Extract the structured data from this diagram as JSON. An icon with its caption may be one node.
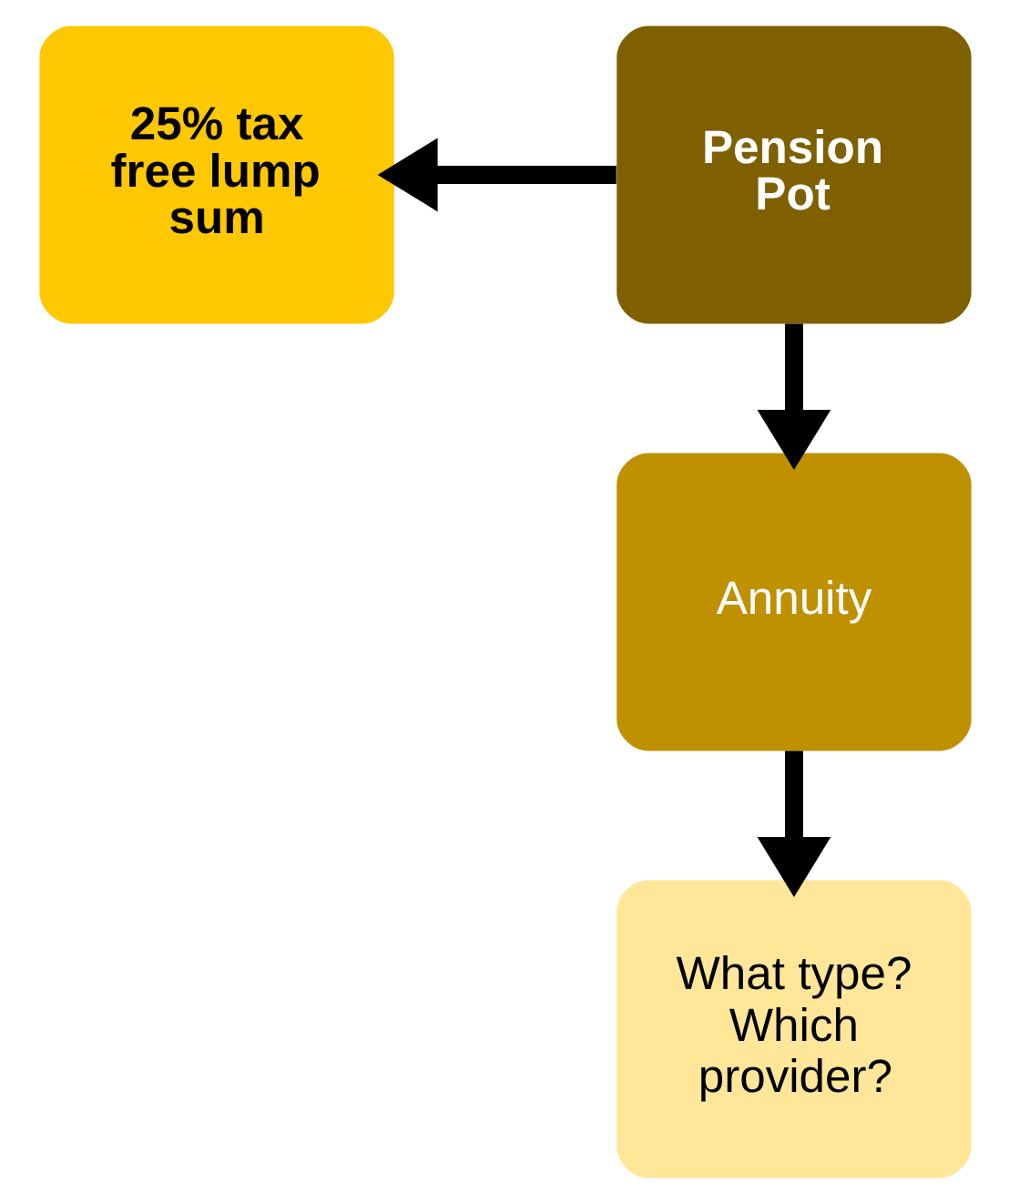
{
  "diagram": {
    "nodes": [
      {
        "text": [
          "25% tax free lump sum"
        ]
      },
      {
        "text": [
          "Pension Pot"
        ]
      },
      {
        "text": [
          "Annuity"
        ]
      },
      {
        "text": [
          "What type? Which provider?"
        ]
      }
    ],
    "edges": [
      {
        "from": 1,
        "to": 0,
        "arrow": "to"
      },
      {
        "from": 1,
        "to": 2,
        "arrow": "to"
      },
      {
        "from": 2,
        "to": 3,
        "arrow": "to"
      }
    ]
  }
}
